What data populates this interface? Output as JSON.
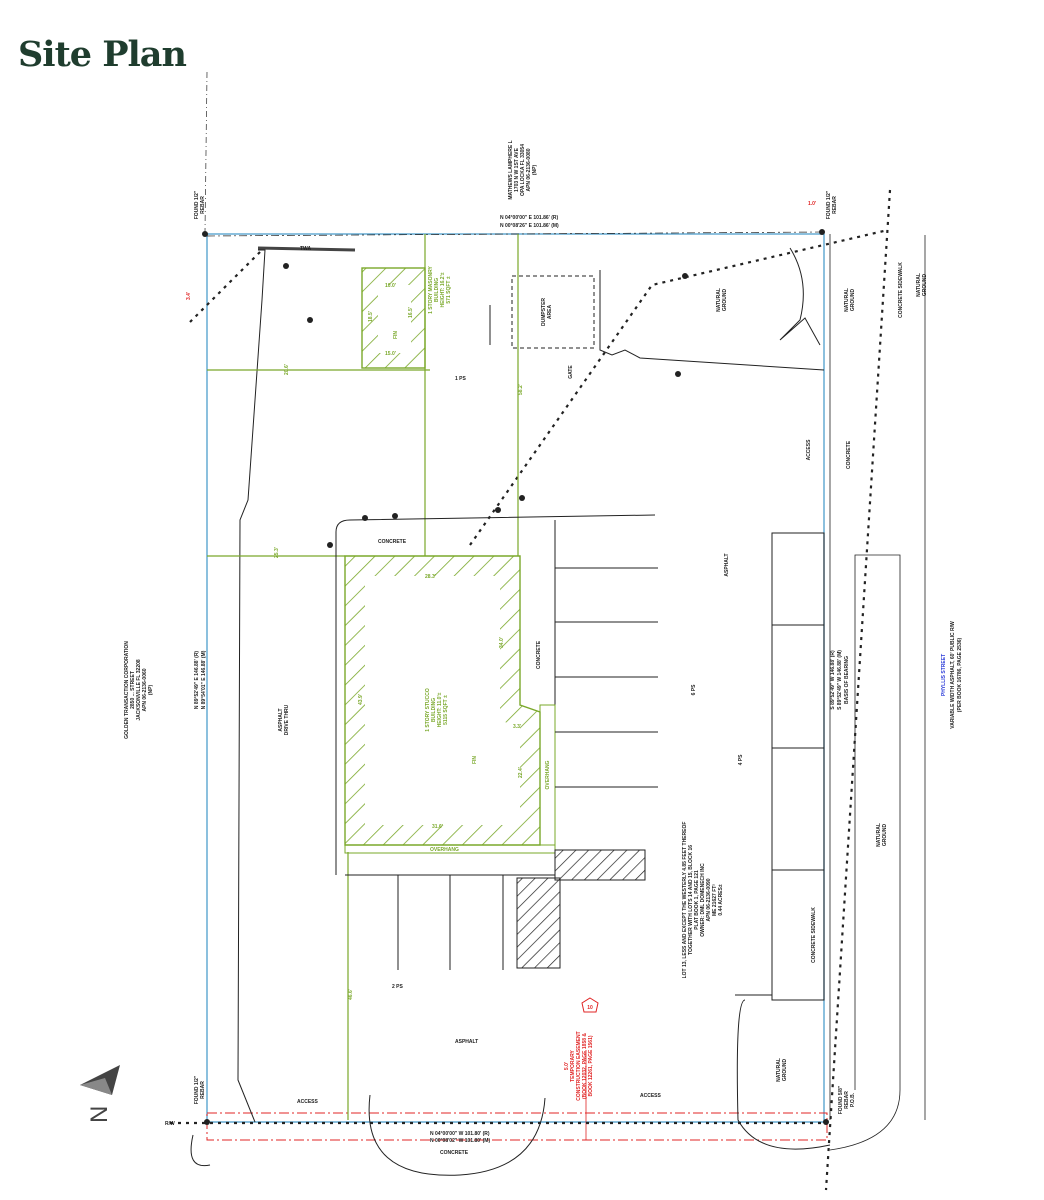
{
  "title": "Site Plan",
  "north_label": "N",
  "colors": {
    "title": "#1f3d2e",
    "boundary": "#5aa6d0",
    "building": "#7aa82a",
    "easement": "#e02424",
    "street": "#2a3ad8",
    "linework": "#222222"
  },
  "neighbors": {
    "north": [
      "MATHEWS LAMPHERE L",
      "1703 N W 1ST AVE",
      "OPA LOCKA FL 33054",
      "APN 06-2136-0080",
      "(NP)"
    ],
    "west": [
      "GOLDEN TRANSACTION CORPORATION",
      "2850 ... STREET",
      "JACKSONVILLE FL 32208",
      "APN 06-2136-0060",
      "(NP)"
    ]
  },
  "bearings": {
    "north": [
      "N 04°00'00\" E 101.86' (R)",
      "N 00°08'26\" E 101.86' (M)"
    ],
    "south": [
      "N 04°00'00\" W 101.80' (R)",
      "N 00°08'02\" W 101.80' (M)"
    ],
    "west": [
      "N 89°52'49\" E 146.88' (R)",
      "N 89°54'01\" E 146.88' (M)"
    ],
    "east": [
      "S 89°52'49\" W 146.88' (R)",
      "S 89°52'49\" W 146.88' (M)",
      "BASIS OF BEARING"
    ]
  },
  "street": {
    "name": "PHYLLIS STREET",
    "lines": [
      "VARIABLE WIDTH ASPHALT, 60' PUBLIC R/W",
      "(PER BOOK 16786, PAGE 2536)"
    ]
  },
  "monuments": {
    "found_rebar": "FOUND 1/2\"",
    "rebar": "REBAR",
    "pob": "P.O.B.",
    "rw": "R/W",
    "found_5_8": "FOUND 5/8\""
  },
  "labels": {
    "twa": "TWA",
    "dumpster": [
      "DUMPSTER",
      "AREA"
    ],
    "gate": "GATE",
    "natural_ground": [
      "NATURAL",
      "GROUND"
    ],
    "ps1": "1 PS",
    "ps6": "6 PS",
    "ps4": "4 PS",
    "ps2": "2 PS",
    "concrete": "CONCRETE",
    "asphalt": "ASPHALT",
    "drive_thru": [
      "ASPHALT",
      "DRIVE THRU"
    ],
    "access": "ACCESS",
    "overhang": "OVERHANG",
    "sidewalk": "CONCRETE SIDEWALK"
  },
  "buildings": {
    "masonry": [
      "1 STORY MASONRY",
      "BUILDING",
      "HEIGHT: 16.2'±",
      "571 SQFT ±"
    ],
    "stucco": [
      "1 STORY STUCCO",
      "BUILDING",
      "HEIGHT: 11.0'±",
      "5115 SQFT ±"
    ],
    "fin": "FIN"
  },
  "dimensions": {
    "d1": "28.3'",
    "d2": "25.3'",
    "d3": "31.6'",
    "d4": "34.0'",
    "d5": "22.4'",
    "d6": "3.3'",
    "d7": "43.9'",
    "d8": "15.0'",
    "d9": "18.5'",
    "d10": "16.5'",
    "d11": "10.0'",
    "d12": "58.2'",
    "d13": "46.6'",
    "d14": "20.6'"
  },
  "easement": [
    "5.0'",
    "TEMPORARY",
    "CONSTRUCTION EASEMENT",
    "(BOOK 12032, PAGE 1858 &",
    "BOOK 12261, PAGE 1561)"
  ],
  "easement_tag": "10",
  "legal": [
    "LOT 13, LESS AND EXCEPT THE WESTERLY 4.85 FEET THEREOF",
    "TOGETHER WITH LOTS 14 AND 15, BLOCK 16",
    "PLAT BOOK 1, PAGE 121",
    "OWNER: DML DOMENECH INC",
    "APN 06-2136-0090",
    "ME 21627 FT²",
    "0.44 ACRES±"
  ],
  "tag_east": "1.0'",
  "tag_west": "3.4'"
}
